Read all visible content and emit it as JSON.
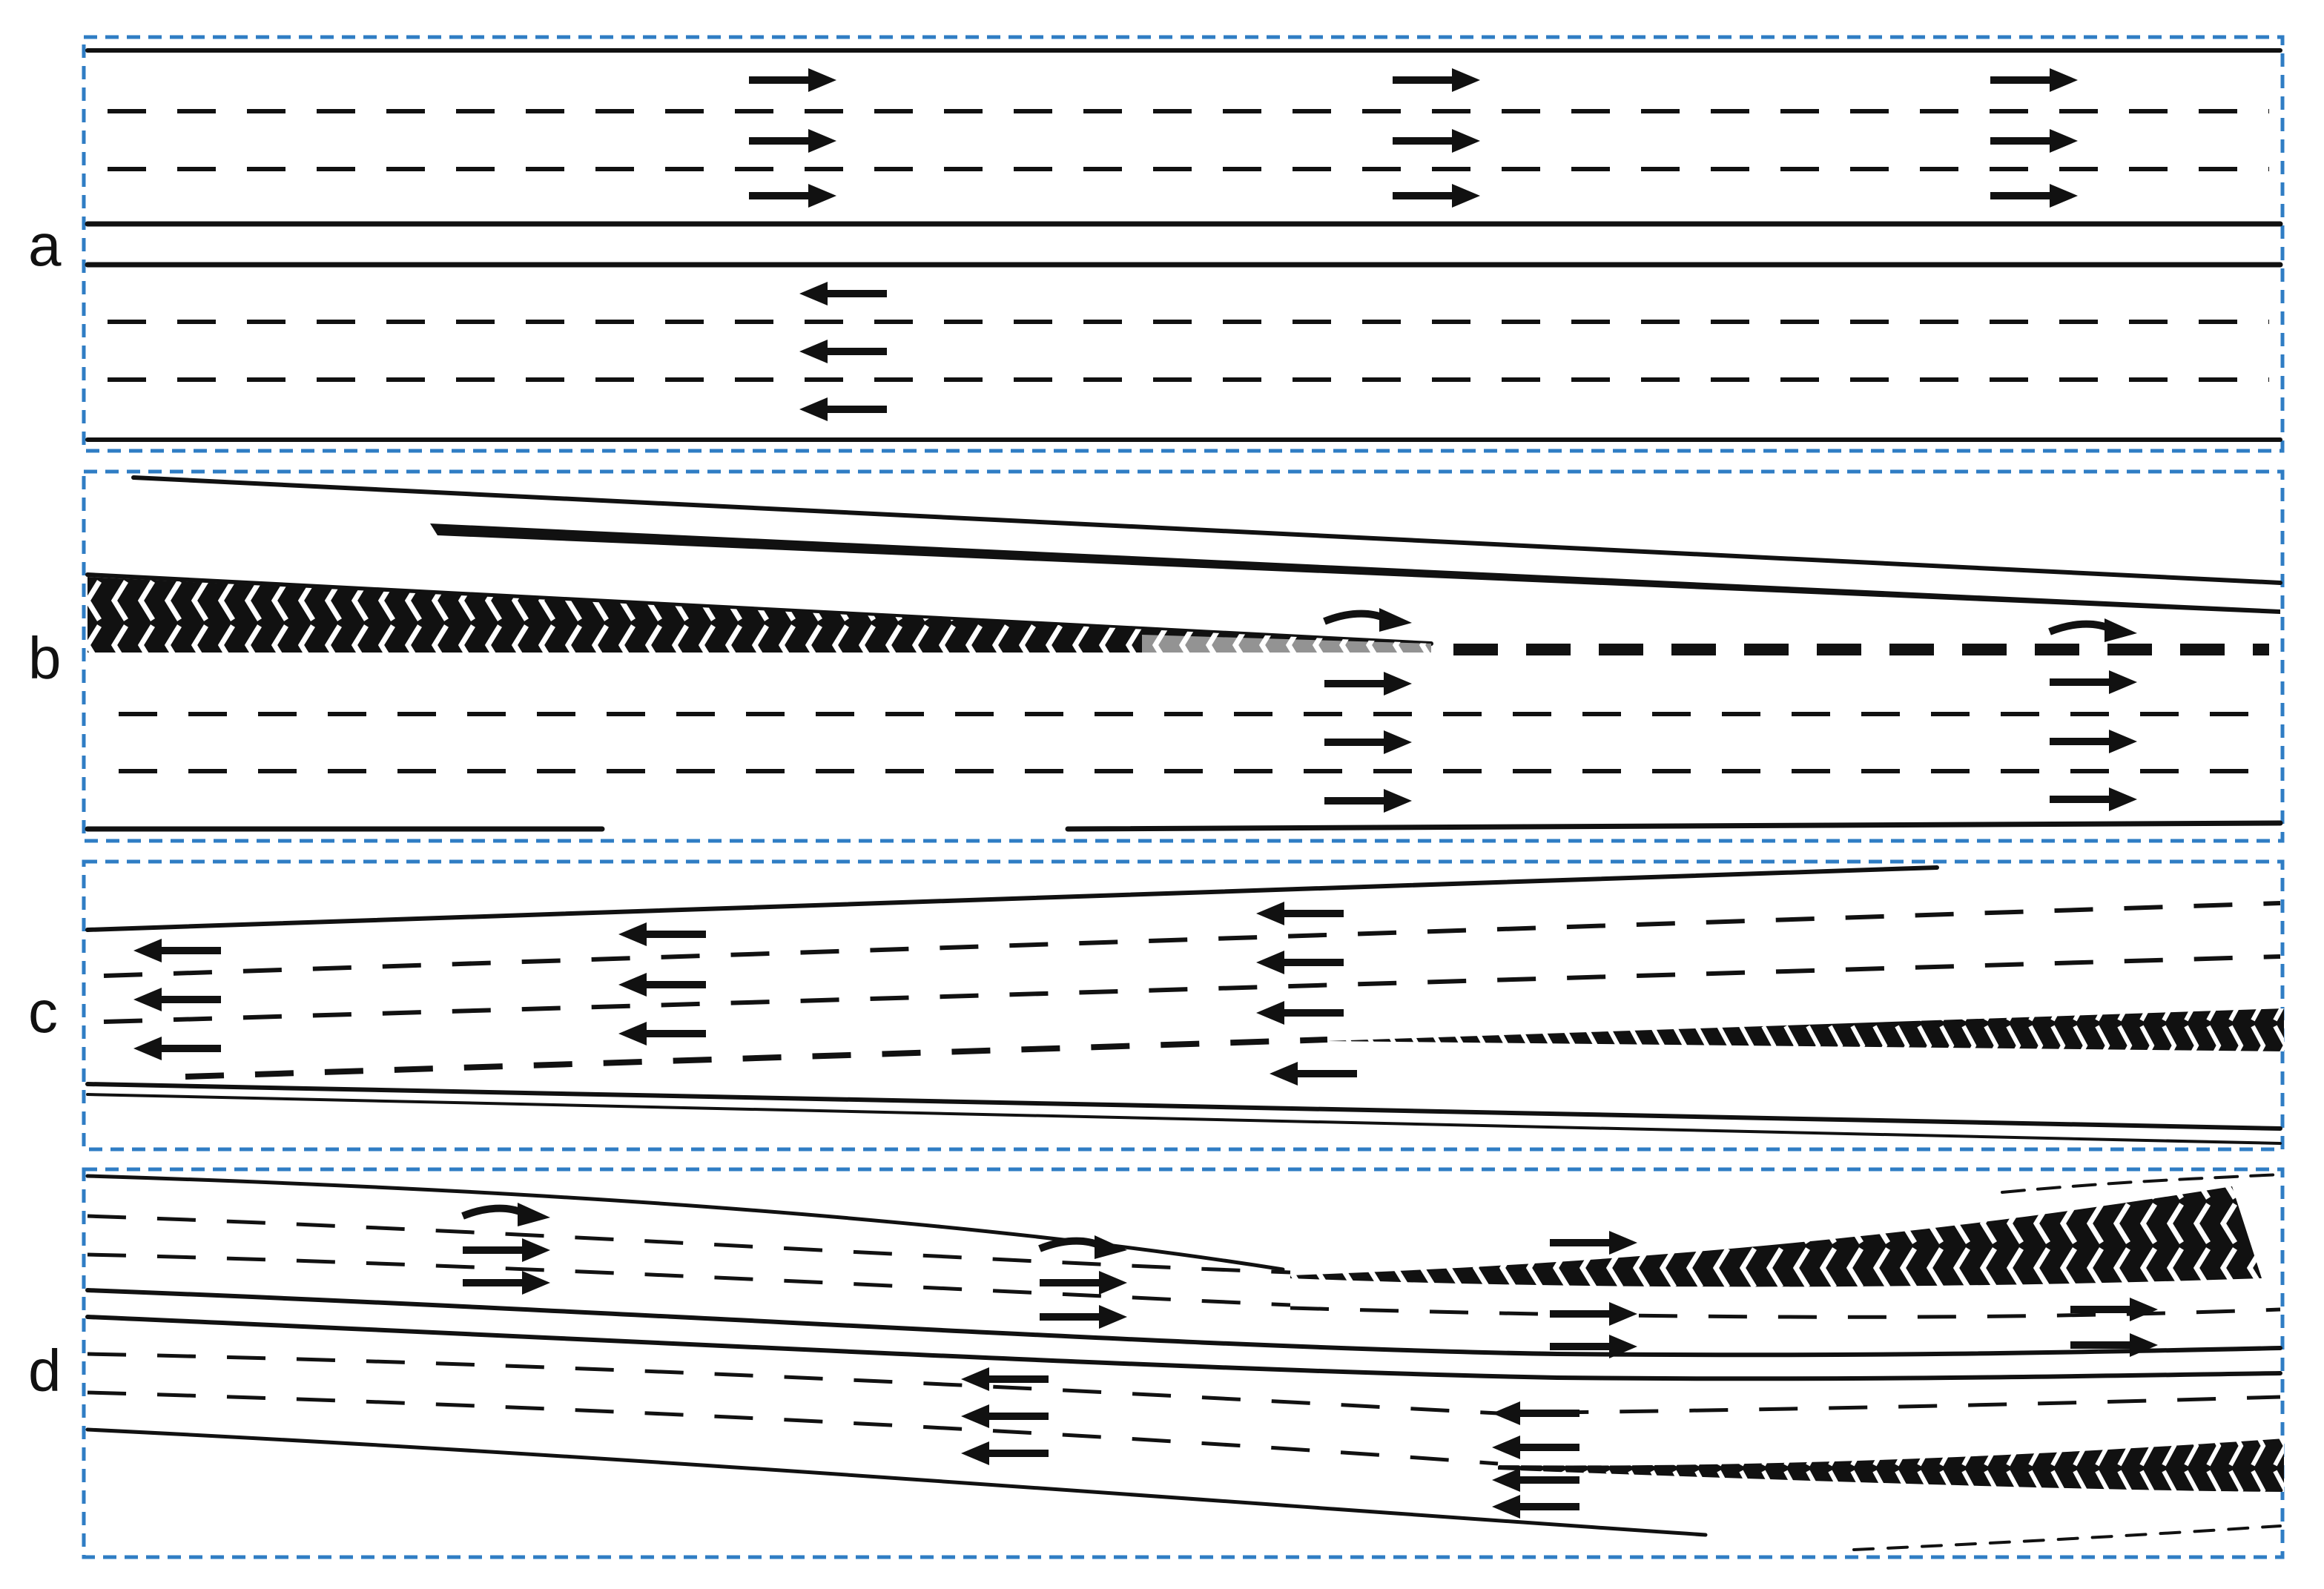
{
  "panels": [
    {
      "id": "a",
      "label": "a"
    },
    {
      "id": "b",
      "label": "b"
    },
    {
      "id": "c",
      "label": "c"
    },
    {
      "id": "d",
      "label": "d"
    }
  ],
  "colors": {
    "frame": "#2f7dc4",
    "ink": "#111111",
    "background": "#ffffff"
  }
}
